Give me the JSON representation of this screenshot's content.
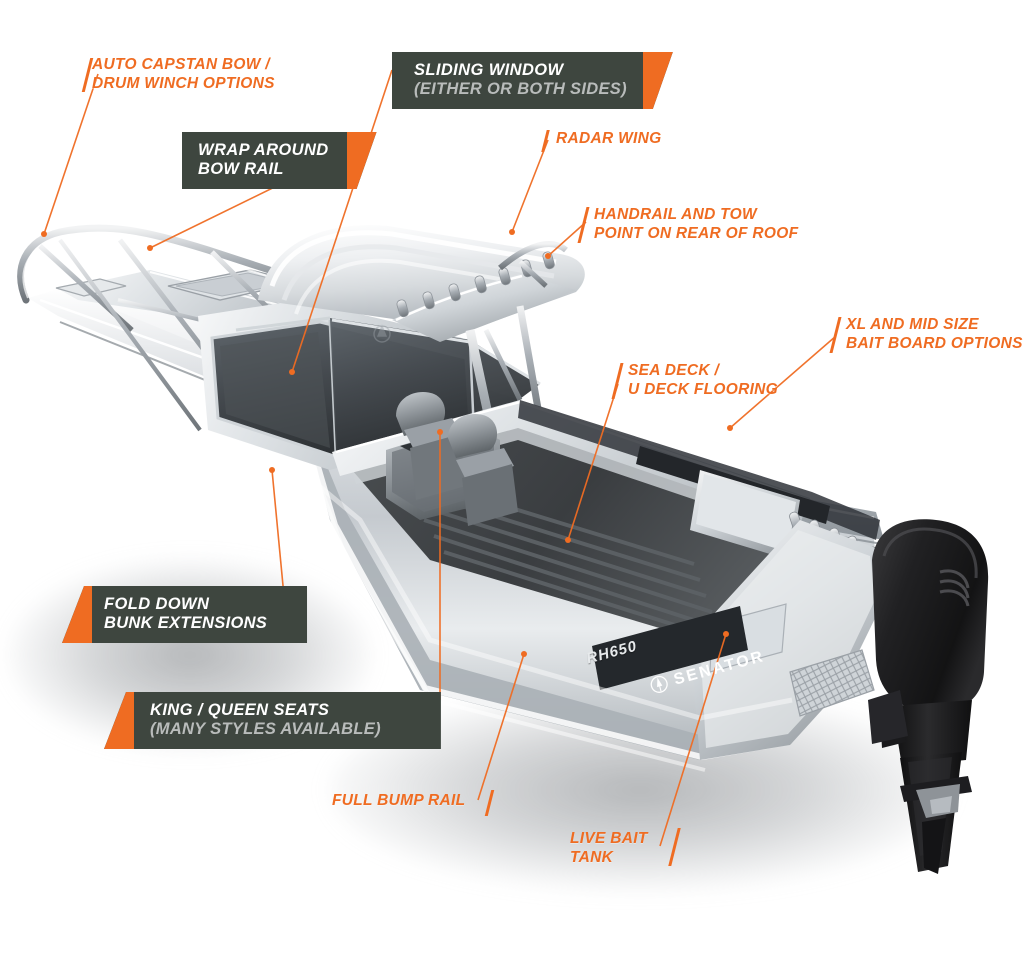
{
  "product": {
    "model_badge": "RH650",
    "brand_badge": "SENATOR",
    "brand_mark": "compass-star-icon"
  },
  "colors": {
    "accent_orange": "#ef6c22",
    "panel_dark": "#3e463f",
    "panel_text_primary": "#ffffff",
    "panel_text_secondary": "#b9bcbb",
    "hull_light": "#e8eaec",
    "hull_mid": "#b7bcc0",
    "hull_dark": "#4a4f53",
    "motor_black": "#1d1d1f",
    "deck_dark": "#3a3d40",
    "background": "#ffffff"
  },
  "callouts": [
    {
      "id": "auto-capstan",
      "style": "orange-text",
      "tick": "left",
      "lines": [
        "AUTO CAPSTAN BOW /",
        "DRUM WINCH OPTIONS"
      ]
    },
    {
      "id": "sliding-window",
      "style": "dark-panel",
      "accent": "right",
      "lines": [
        "SLIDING WINDOW",
        "(EITHER OR BOTH SIDES)"
      ],
      "second_line_color": "secondary"
    },
    {
      "id": "wrap-around-bow-rail",
      "style": "dark-panel",
      "accent": "right",
      "lines": [
        "WRAP AROUND",
        "BOW RAIL"
      ],
      "second_line_color": "primary"
    },
    {
      "id": "radar-wing",
      "style": "orange-text",
      "tick": "left",
      "lines": [
        "RADAR WING"
      ]
    },
    {
      "id": "handrail-tow-point",
      "style": "orange-text",
      "tick": "left",
      "lines": [
        "HANDRAIL AND TOW",
        "POINT ON REAR OF ROOF"
      ]
    },
    {
      "id": "bait-board-options",
      "style": "orange-text",
      "tick": "left",
      "lines": [
        "XL AND MID SIZE",
        "BAIT BOARD OPTIONS"
      ]
    },
    {
      "id": "sea-deck-flooring",
      "style": "orange-text",
      "tick": "left",
      "lines": [
        "SEA DECK /",
        "U DECK FLOORING"
      ]
    },
    {
      "id": "fold-down-bunk-extensions",
      "style": "dark-panel",
      "accent": "left",
      "lines": [
        "FOLD DOWN",
        "BUNK EXTENSIONS"
      ],
      "second_line_color": "primary"
    },
    {
      "id": "king-queen-seats",
      "style": "dark-panel",
      "accent": "left",
      "lines": [
        "KING / QUEEN SEATS",
        "(MANY STYLES AVAILABLE)"
      ],
      "second_line_color": "secondary"
    },
    {
      "id": "full-bump-rail",
      "style": "orange-text",
      "tick": "right",
      "lines": [
        "FULL BUMP RAIL"
      ]
    },
    {
      "id": "live-bait-tank",
      "style": "orange-text",
      "tick": "right",
      "lines": [
        "LIVE BAIT",
        "TANK"
      ]
    }
  ],
  "labels": {
    "auto_capstan": {
      "l1": "AUTO CAPSTAN BOW /",
      "l2": "DRUM WINCH OPTIONS"
    },
    "sliding_window": {
      "l1": "SLIDING WINDOW",
      "l2": "(EITHER OR BOTH SIDES)"
    },
    "wrap_around": {
      "l1": "WRAP AROUND",
      "l2": "BOW RAIL"
    },
    "radar_wing": {
      "l1": "RADAR WING"
    },
    "handrail": {
      "l1": "HANDRAIL AND TOW",
      "l2": "POINT ON REAR OF ROOF"
    },
    "bait_board": {
      "l1": "XL AND MID SIZE",
      "l2": "BAIT BOARD OPTIONS"
    },
    "sea_deck": {
      "l1": "SEA DECK /",
      "l2": "U DECK FLOORING"
    },
    "fold_down": {
      "l1": "FOLD DOWN",
      "l2": "BUNK EXTENSIONS"
    },
    "king_queen": {
      "l1": "KING / QUEEN SEATS",
      "l2": "(MANY STYLES AVAILABLE)"
    },
    "bump_rail": {
      "l1": "FULL BUMP RAIL"
    },
    "live_bait": {
      "l1": "LIVE BAIT",
      "l2": "TANK"
    }
  }
}
